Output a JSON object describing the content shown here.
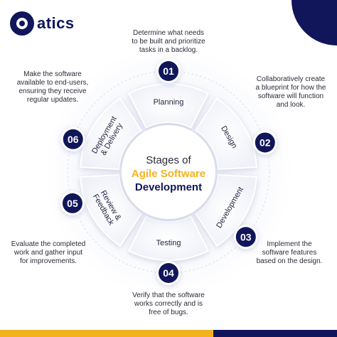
{
  "brand": {
    "name": "atics",
    "colors": {
      "navy": "#11165a",
      "accent": "#f5b21f",
      "ring": "#ffffff"
    }
  },
  "center": {
    "line1": "Stages of",
    "line2": "Agile Software",
    "line3": "Development"
  },
  "stages": [
    {
      "number": "01",
      "label": "Planning",
      "description": [
        "Determine what needs",
        "to be built and prioritize",
        "tasks in a backlog."
      ]
    },
    {
      "number": "02",
      "label": "Design",
      "description": [
        "Collaboratively create",
        "a blueprint for how the",
        "software will function",
        "and look."
      ]
    },
    {
      "number": "03",
      "label": "Development",
      "description": [
        "Implement the",
        "software features",
        "based on the design."
      ]
    },
    {
      "number": "04",
      "label": "Testing",
      "description": [
        "Verify that the software",
        "works correctly and is",
        "free of bugs."
      ]
    },
    {
      "number": "05",
      "label": "Review & Feedback",
      "label_lines": [
        "Review &",
        "Feedback"
      ],
      "description": [
        "Evaluate the completed",
        "work and gather input",
        "for improvements."
      ]
    },
    {
      "number": "06",
      "label": "Deployment & Delivery",
      "label_lines": [
        "Deployment",
        "& Delivery"
      ],
      "description": [
        "Make the software",
        "available to end-users,",
        "ensuring they receive",
        "regular updates."
      ]
    }
  ]
}
